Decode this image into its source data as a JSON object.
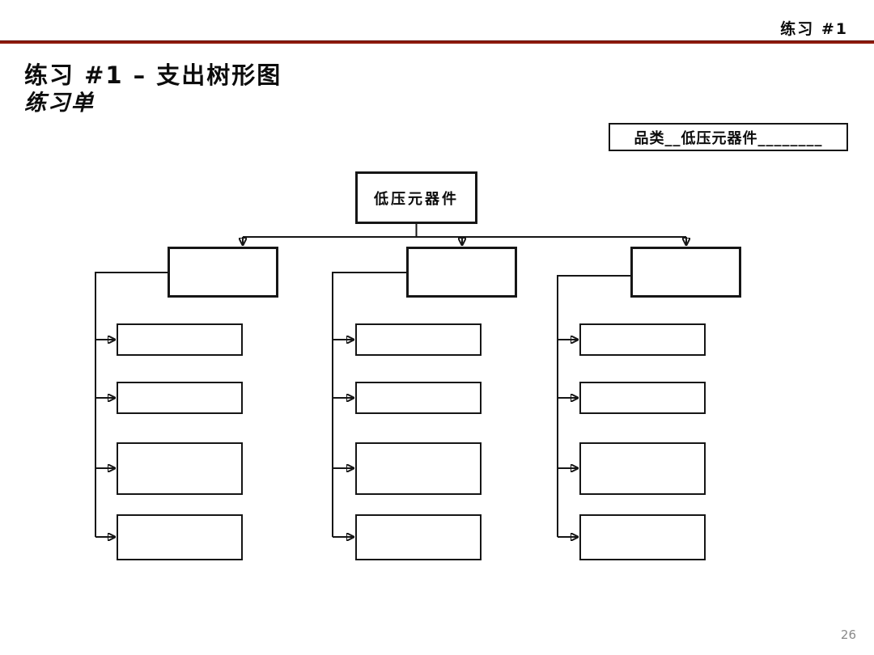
{
  "slide": {
    "header_label": "练习 #1",
    "accent_color": "#8E1A0D",
    "title_line1": "练习 #1 – 支出树形图",
    "subtitle": "练习单",
    "category_label": "品类__低压元器件________",
    "page_number": "26"
  },
  "tree": {
    "root": {
      "label": "低压元器件"
    },
    "children": [
      {
        "label": "",
        "items": [
          "",
          "",
          "",
          ""
        ]
      },
      {
        "label": "",
        "items": [
          "",
          "",
          "",
          ""
        ]
      },
      {
        "label": "",
        "items": [
          "",
          "",
          "",
          ""
        ]
      }
    ]
  }
}
